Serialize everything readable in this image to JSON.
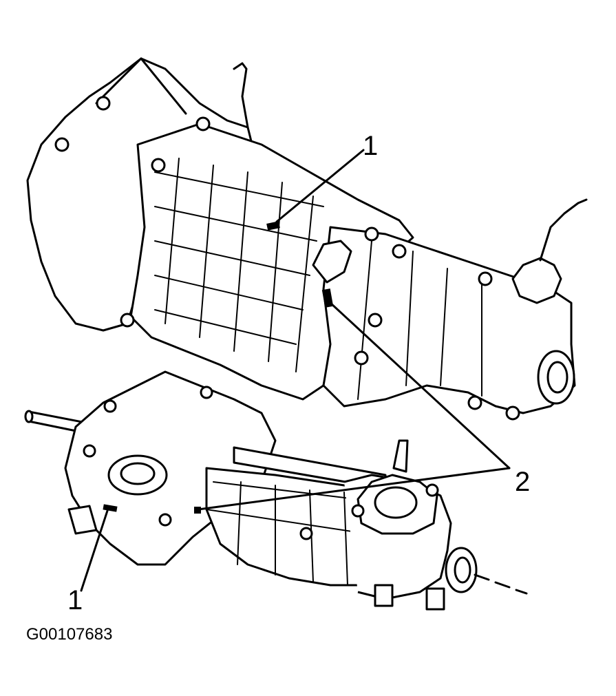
{
  "figure": {
    "id_label": "G00107683"
  },
  "callouts": {
    "upper_1": "1",
    "lower_1": "1",
    "label_2": "2"
  },
  "colors": {
    "line": "#000000",
    "background": "#ffffff"
  }
}
